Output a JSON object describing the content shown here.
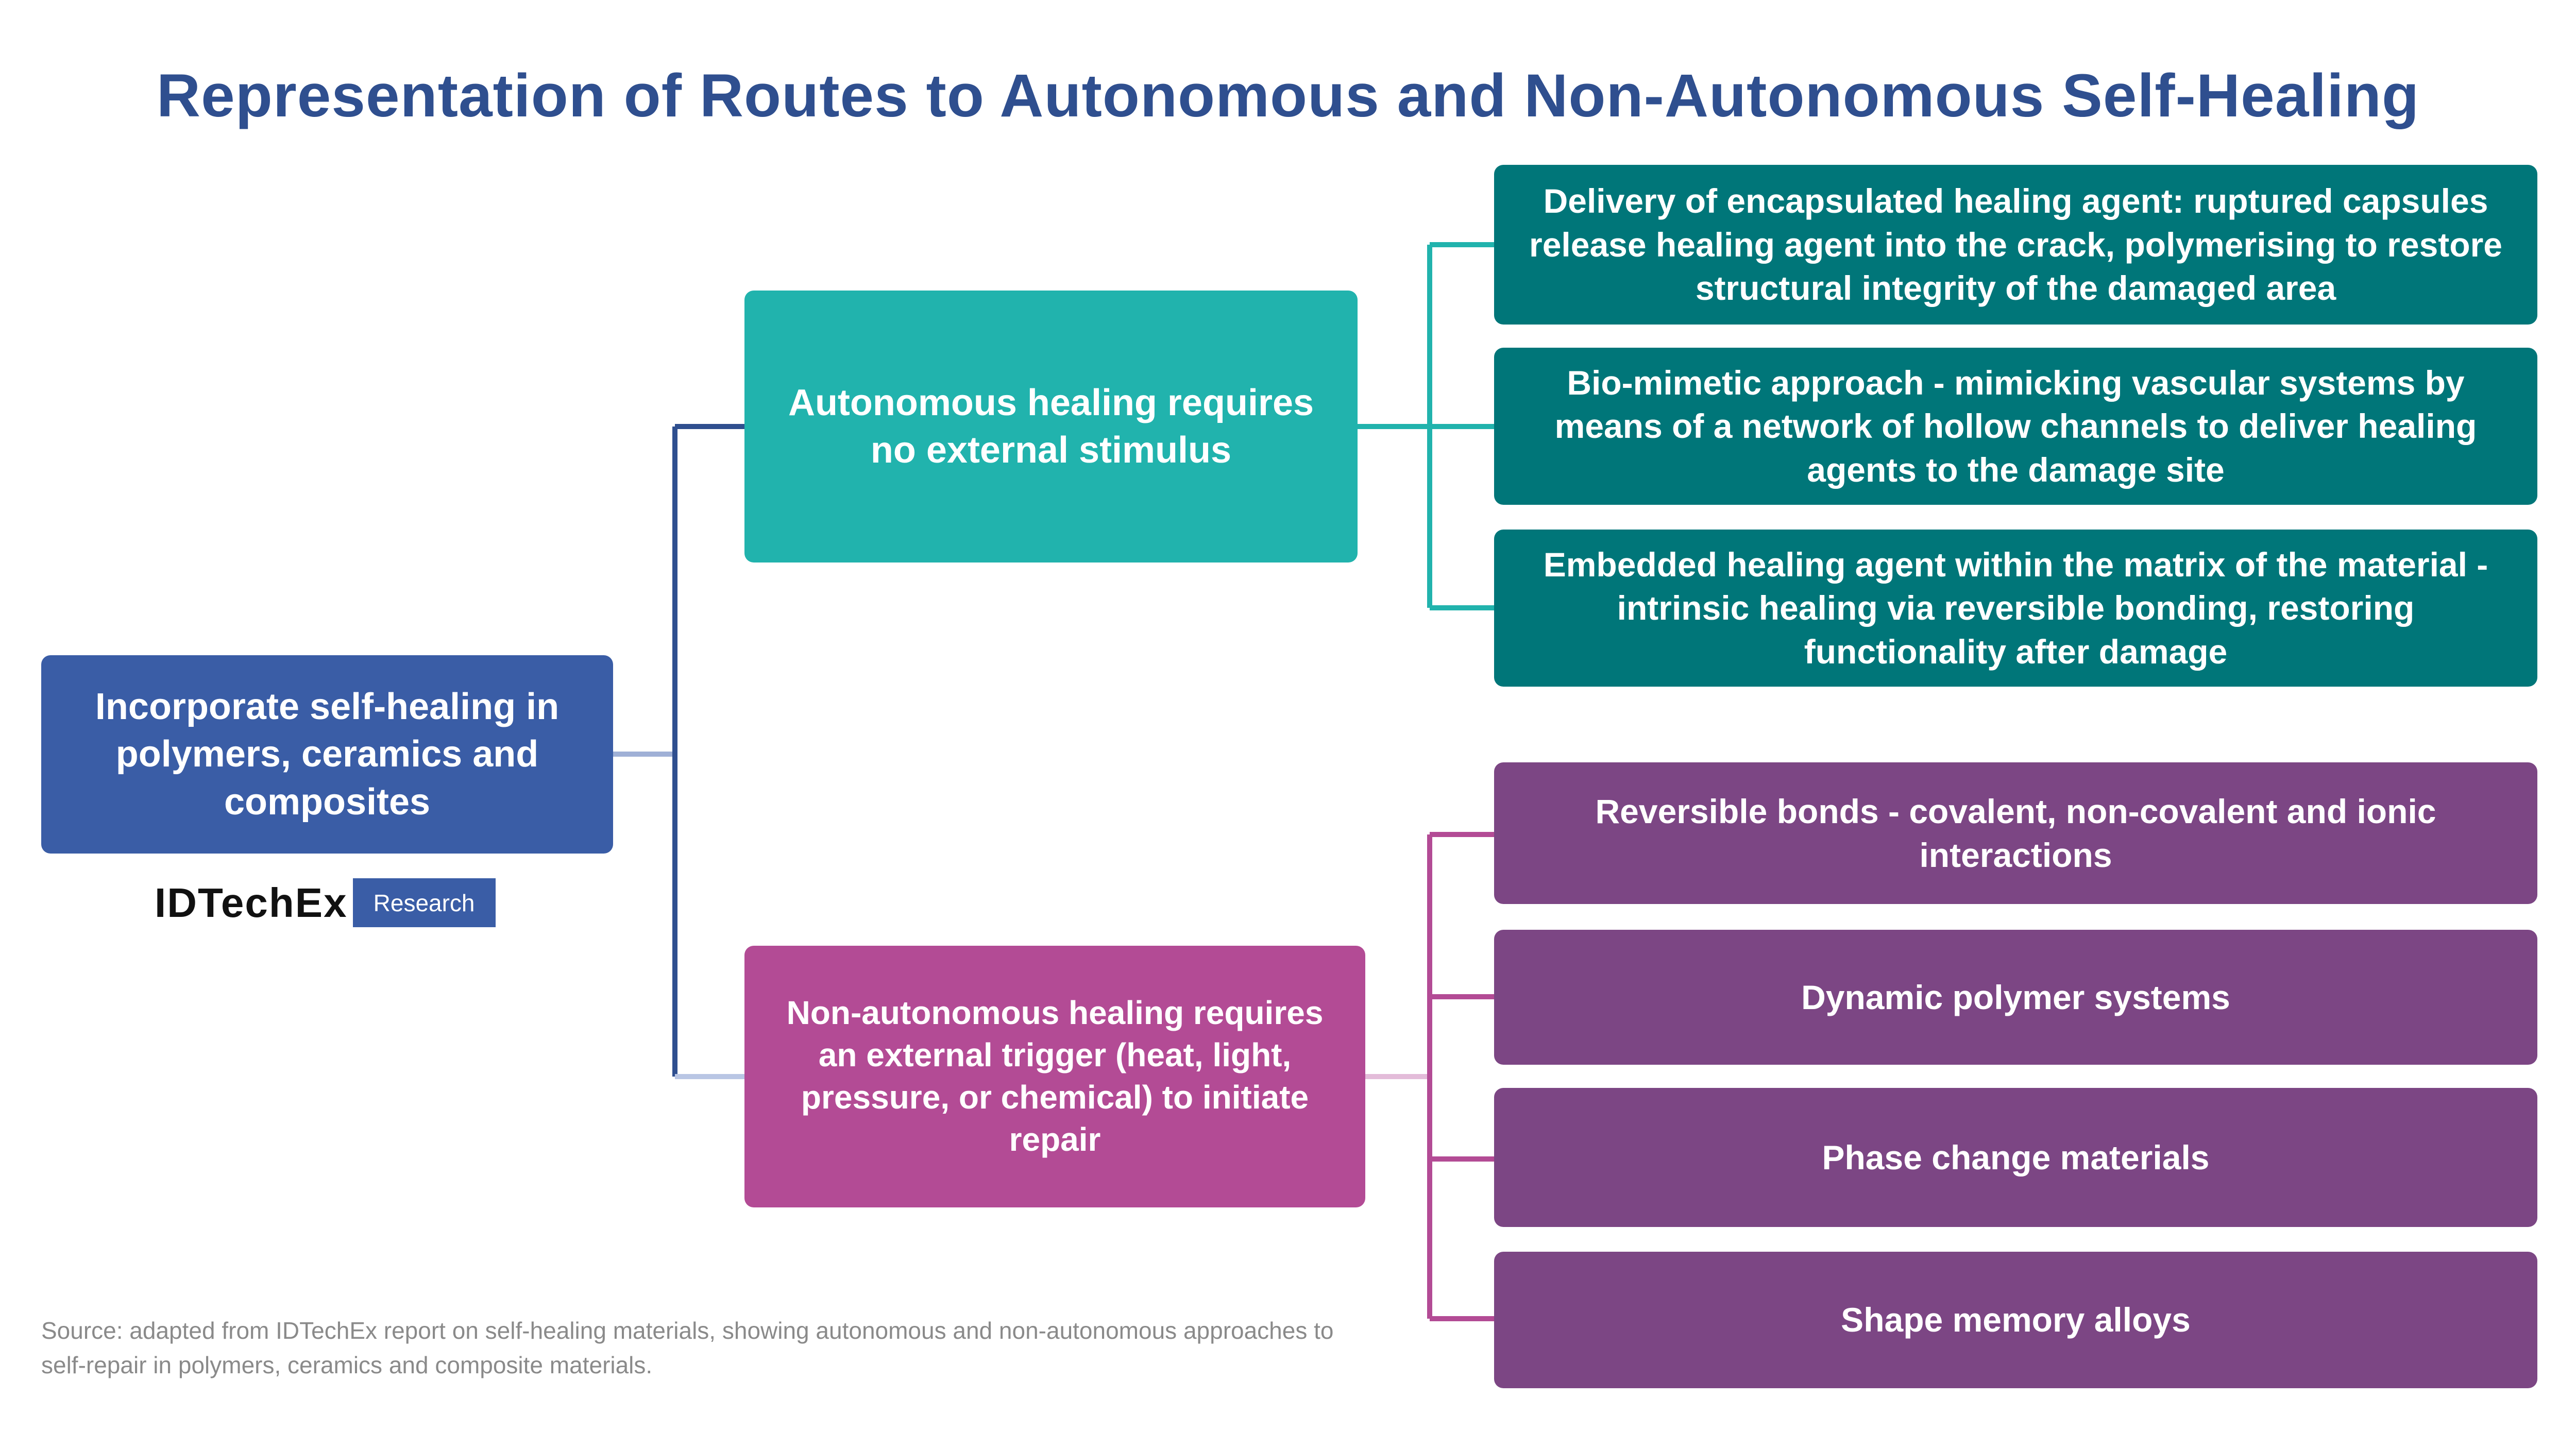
{
  "title": "Representation of Routes to Autonomous and Non-Autonomous Self-Healing",
  "root": {
    "label": "Incorporate self-healing in polymers, ceramics and composites"
  },
  "autonomous": {
    "label": "Autonomous healing requires no external stimulus"
  },
  "non_autonomous": {
    "label": "Non-autonomous healing requires an external trigger (heat, light, pressure, or chemical) to initiate repair"
  },
  "autonomous_routes": [
    {
      "label": "Delivery of encapsulated healing agent: ruptured capsules release healing agent into the crack, polymerising to restore structural integrity of the damaged area"
    },
    {
      "label": "Bio-mimetic approach - mimicking vascular systems by means of a network of hollow channels to deliver healing agents to the damage site"
    },
    {
      "label": "Embedded healing agent within the matrix of the material - intrinsic healing via reversible bonding, restoring functionality after damage"
    }
  ],
  "non_autonomous_routes": [
    {
      "label": "Reversible bonds - covalent, non-covalent and ionic interactions"
    },
    {
      "label": "Dynamic polymer systems"
    },
    {
      "label": "Phase change materials"
    },
    {
      "label": "Shape memory alloys"
    }
  ],
  "logo": {
    "name": "IDTechEx",
    "tag": "Research"
  },
  "footnote": "Source: adapted from IDTechEx report on self-healing materials, showing autonomous and non-autonomous approaches to self-repair in polymers, ceramics and composite materials.",
  "colors": {
    "title": "#2f4f8f",
    "root": "#3a5da6",
    "autonomous": "#21b3ad",
    "non_autonomous": "#b34b95",
    "autonomous_route": "#007679",
    "non_autonomous_route": "#7c4684"
  }
}
